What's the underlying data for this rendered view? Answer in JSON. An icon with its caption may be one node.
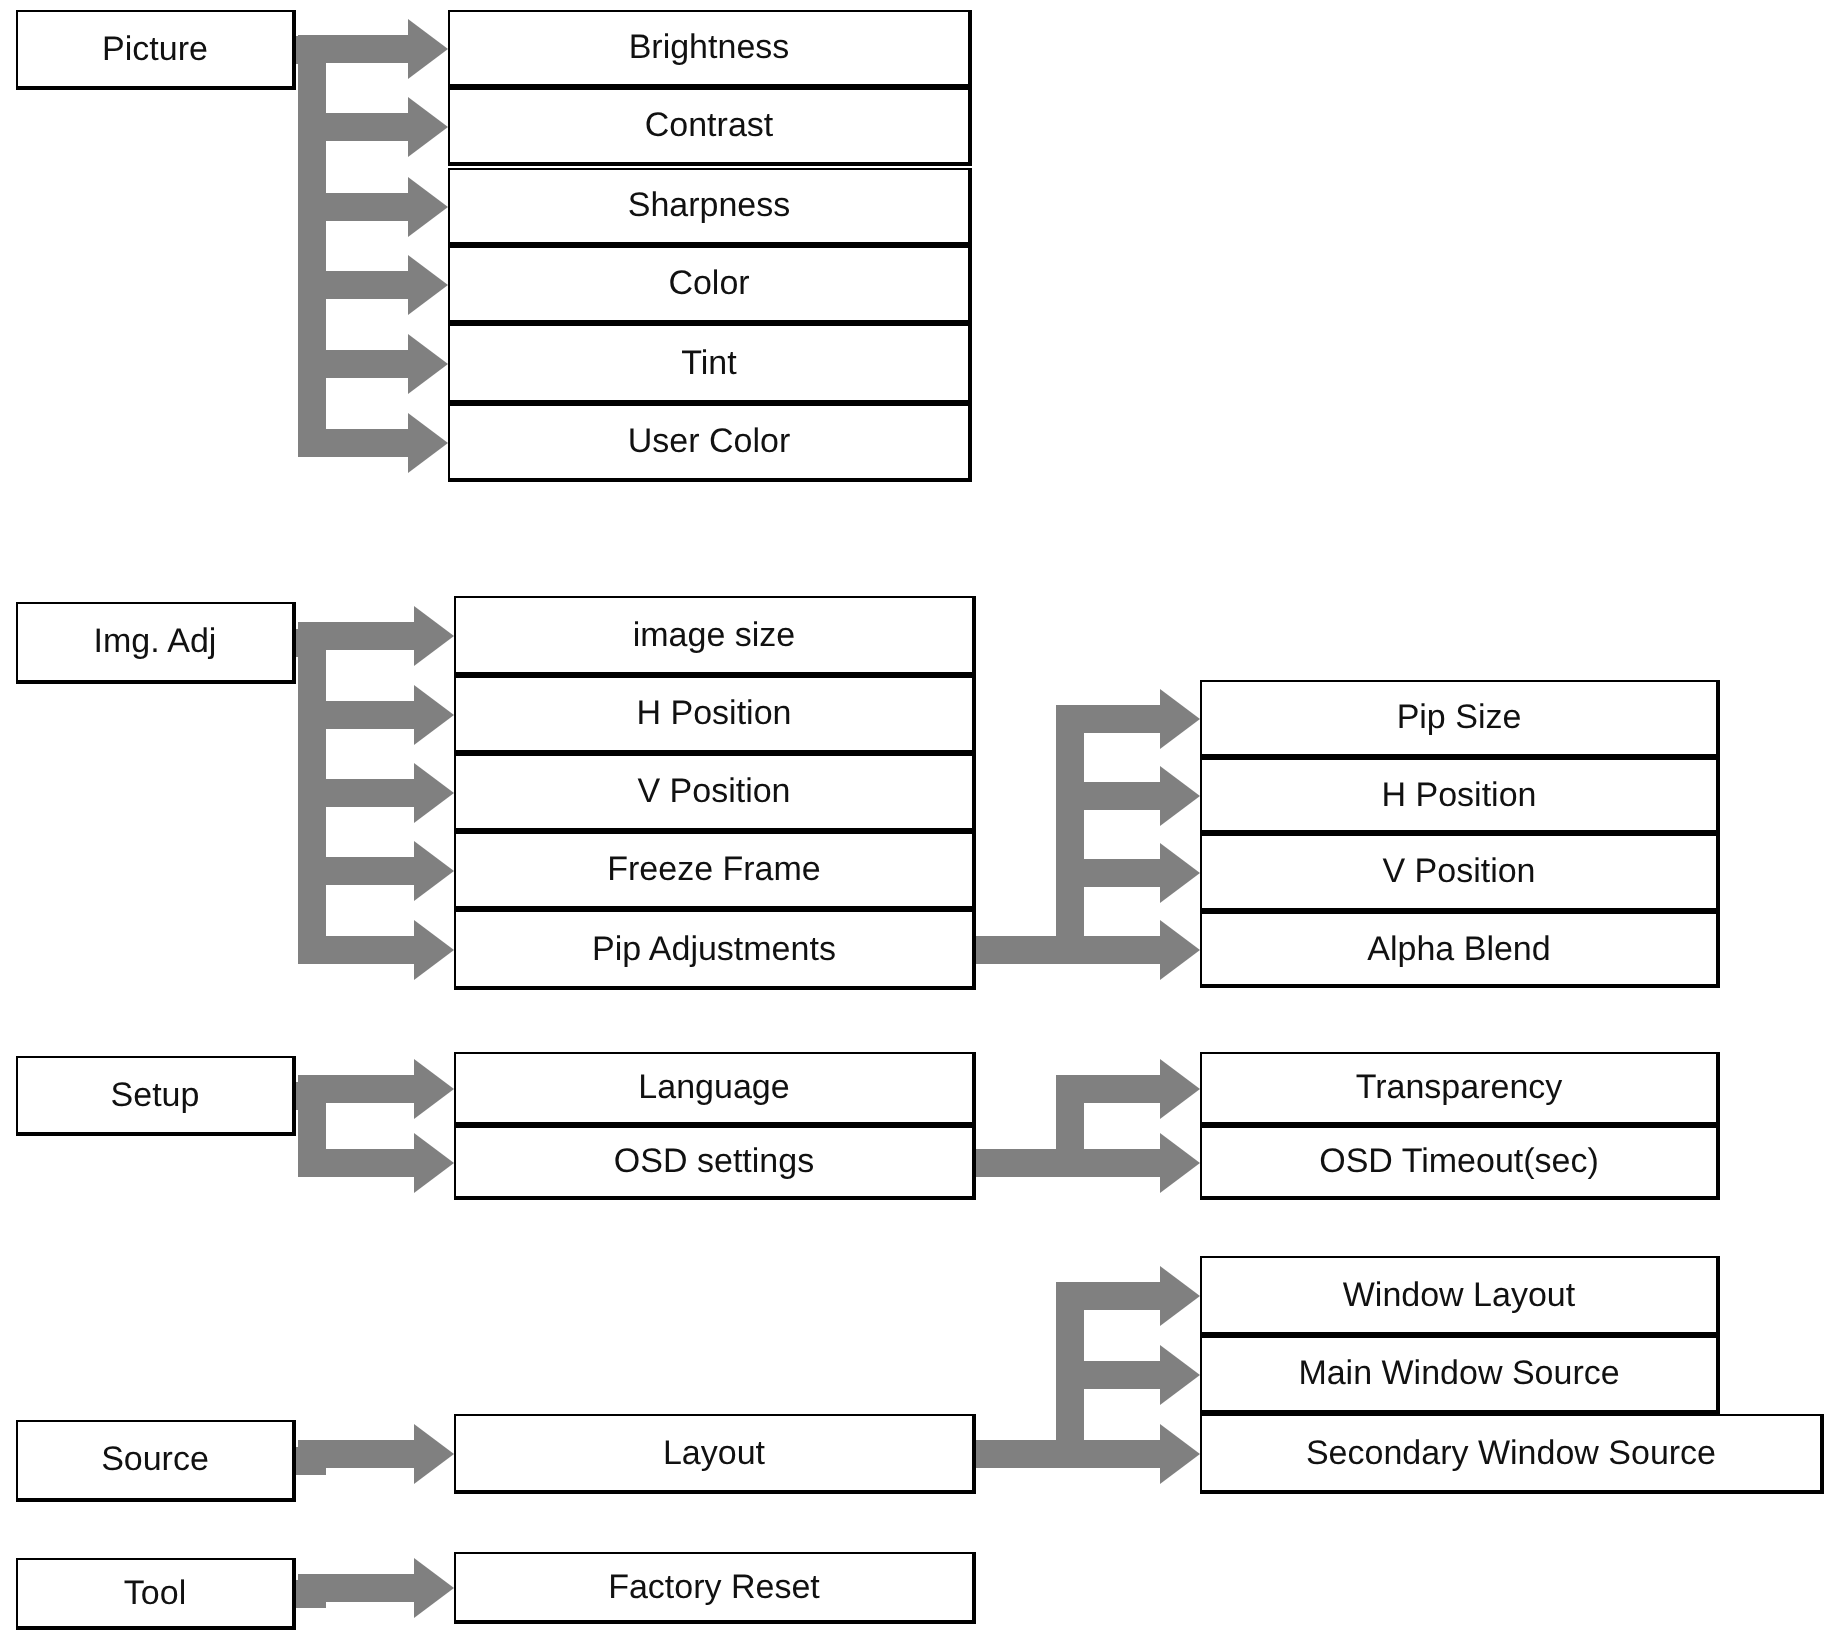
{
  "diagram": {
    "nodes": [
      {
        "text": [
          "Picture"
        ]
      },
      {
        "text": [
          "Brightness"
        ]
      },
      {
        "text": [
          "Contrast"
        ]
      },
      {
        "text": [
          "Sharpness"
        ]
      },
      {
        "text": [
          "Color"
        ]
      },
      {
        "text": [
          "Tint"
        ]
      },
      {
        "text": [
          "User Color"
        ]
      },
      {
        "text": [
          "Img. Adj"
        ]
      },
      {
        "text": [
          "image size"
        ]
      },
      {
        "text": [
          "H Position"
        ]
      },
      {
        "text": [
          "V Position"
        ]
      },
      {
        "text": [
          "Freeze Frame"
        ]
      },
      {
        "text": [
          "Pip Adjustments"
        ]
      },
      {
        "text": [
          "Pip Size"
        ]
      },
      {
        "text": [
          "H Position"
        ]
      },
      {
        "text": [
          "V Position"
        ]
      },
      {
        "text": [
          "Alpha Blend"
        ]
      },
      {
        "text": [
          "Setup"
        ]
      },
      {
        "text": [
          "Language"
        ]
      },
      {
        "text": [
          "OSD settings"
        ]
      },
      {
        "text": [
          "Transparency"
        ]
      },
      {
        "text": [
          "OSD Timeout(sec)"
        ]
      },
      {
        "text": [
          "Window Layout"
        ]
      },
      {
        "text": [
          "Main Window Source"
        ]
      },
      {
        "text": [
          "Source"
        ]
      },
      {
        "text": [
          "Layout"
        ]
      },
      {
        "text": [
          "Secondary Window Source"
        ]
      },
      {
        "text": [
          "Tool"
        ]
      },
      {
        "text": [
          "Factory Reset"
        ]
      }
    ],
    "edges": [
      {
        "from": 0,
        "to": 1,
        "arrow": "to"
      },
      {
        "from": 0,
        "to": 2,
        "arrow": "to"
      },
      {
        "from": 0,
        "to": 3,
        "arrow": "to"
      },
      {
        "from": 0,
        "to": 4,
        "arrow": "to"
      },
      {
        "from": 0,
        "to": 5,
        "arrow": "to"
      },
      {
        "from": 0,
        "to": 6,
        "arrow": "to"
      },
      {
        "from": 7,
        "to": 8,
        "arrow": "to"
      },
      {
        "from": 7,
        "to": 9,
        "arrow": "to"
      },
      {
        "from": 7,
        "to": 10,
        "arrow": "to"
      },
      {
        "from": 7,
        "to": 11,
        "arrow": "to"
      },
      {
        "from": 7,
        "to": 12,
        "arrow": "to"
      },
      {
        "from": 12,
        "to": 13,
        "arrow": "to"
      },
      {
        "from": 12,
        "to": 14,
        "arrow": "to"
      },
      {
        "from": 12,
        "to": 15,
        "arrow": "to"
      },
      {
        "from": 12,
        "to": 16,
        "arrow": "to"
      },
      {
        "from": 17,
        "to": 18,
        "arrow": "to"
      },
      {
        "from": 17,
        "to": 19,
        "arrow": "to"
      },
      {
        "from": 19,
        "to": 20,
        "arrow": "to"
      },
      {
        "from": 19,
        "to": 21,
        "arrow": "to"
      },
      {
        "from": 24,
        "to": 25,
        "arrow": "to"
      },
      {
        "from": 25,
        "to": 22,
        "arrow": "to"
      },
      {
        "from": 25,
        "to": 23,
        "arrow": "to"
      },
      {
        "from": 25,
        "to": 26,
        "arrow": "to"
      },
      {
        "from": 27,
        "to": 28,
        "arrow": "to"
      }
    ]
  }
}
